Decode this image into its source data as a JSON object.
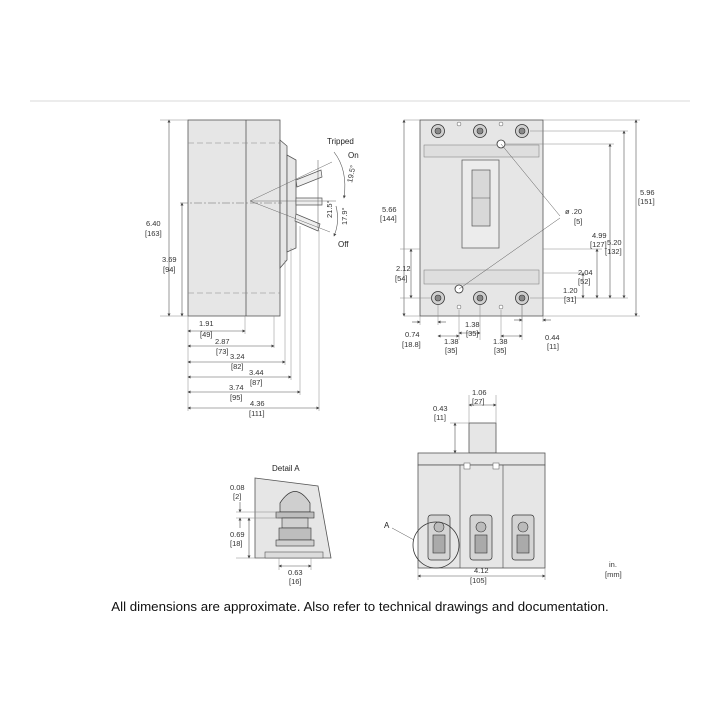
{
  "labels": {
    "tripped": "Tripped",
    "on": "On",
    "off": "Off",
    "detail_a": "Detail A",
    "a_marker": "A",
    "units_in": "in.",
    "units_mm": "[mm]",
    "angle_195": "19.5°",
    "angle_215": "21.5°",
    "angle_179": "17.9°"
  },
  "side_view": {
    "height_total": [
      "6.40",
      "[163]"
    ],
    "height_mid": [
      "3.69",
      "[94]"
    ],
    "depths": [
      [
        "1.91",
        "[49]"
      ],
      [
        "2.87",
        "[73]"
      ],
      [
        "3.24",
        "[82]"
      ],
      [
        "3.44",
        "[87]"
      ],
      [
        "3.74",
        "[95]"
      ],
      [
        "4.36",
        "[111]"
      ]
    ]
  },
  "front_view": {
    "h_566": [
      "5.66",
      "[144]"
    ],
    "h_212": [
      "2.12",
      "[54]"
    ],
    "h_074": [
      "0.74",
      "[18.8]"
    ],
    "pitch_left": [
      "1.38",
      "[35]"
    ],
    "pitch_mid": [
      "1.38",
      "[35]"
    ],
    "pitch_right": [
      "1.38",
      "[35]"
    ],
    "hole": [
      "ø .20",
      "[5]"
    ],
    "h_596": [
      "5.96",
      "[151]"
    ],
    "h_520": [
      "5.20",
      "[132]"
    ],
    "h_499": [
      "4.99",
      "[127]"
    ],
    "h_204": [
      "2.04",
      "[52]"
    ],
    "h_120": [
      "1.20",
      "[31]"
    ],
    "h_044": [
      "0.44",
      "[11]"
    ]
  },
  "bottom_view": {
    "handle_width": [
      "1.06",
      "[27]"
    ],
    "handle_height": [
      "0.43",
      "[11]"
    ],
    "total_width": [
      "4.12",
      "[105]"
    ]
  },
  "detail": {
    "d_008": [
      "0.08",
      "[2]"
    ],
    "d_069": [
      "0.69",
      "[18]"
    ],
    "d_063": [
      "0.63",
      "[16]"
    ]
  },
  "caption": "All dimensions are approximate.  Also refer to technical drawings and documentation."
}
